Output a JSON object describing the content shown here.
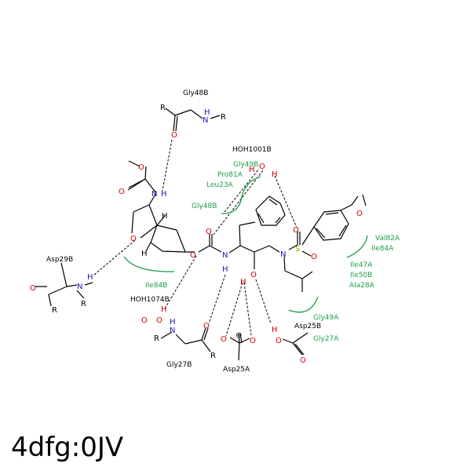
{
  "caption": "4dfg:0JV",
  "colors": {
    "bond": "#000000",
    "oxygen": "#d00000",
    "nitrogen": "#1a1ab8",
    "sulfur": "#b8a000",
    "hydrophobic": "#1e9e4a"
  },
  "residue_labels": [
    "Gly48B",
    "HOH1001B",
    "Asp29B",
    "HOH1074B",
    "Gly27B",
    "Asp25A",
    "Asp25B"
  ],
  "hydrophobic_labels": [
    "Gly49B",
    "Pro81A",
    "Leu23A",
    "Gly48B",
    "Val82A",
    "Ile84A",
    "Ile84B",
    "Ile47A",
    "Ile50B",
    "Ala28A",
    "Gly49A",
    "Gly27A"
  ],
  "atom_symbols": {
    "O": "O",
    "N": "N",
    "H": "H",
    "S": "S",
    "R": "R",
    "charge": "⊖"
  }
}
